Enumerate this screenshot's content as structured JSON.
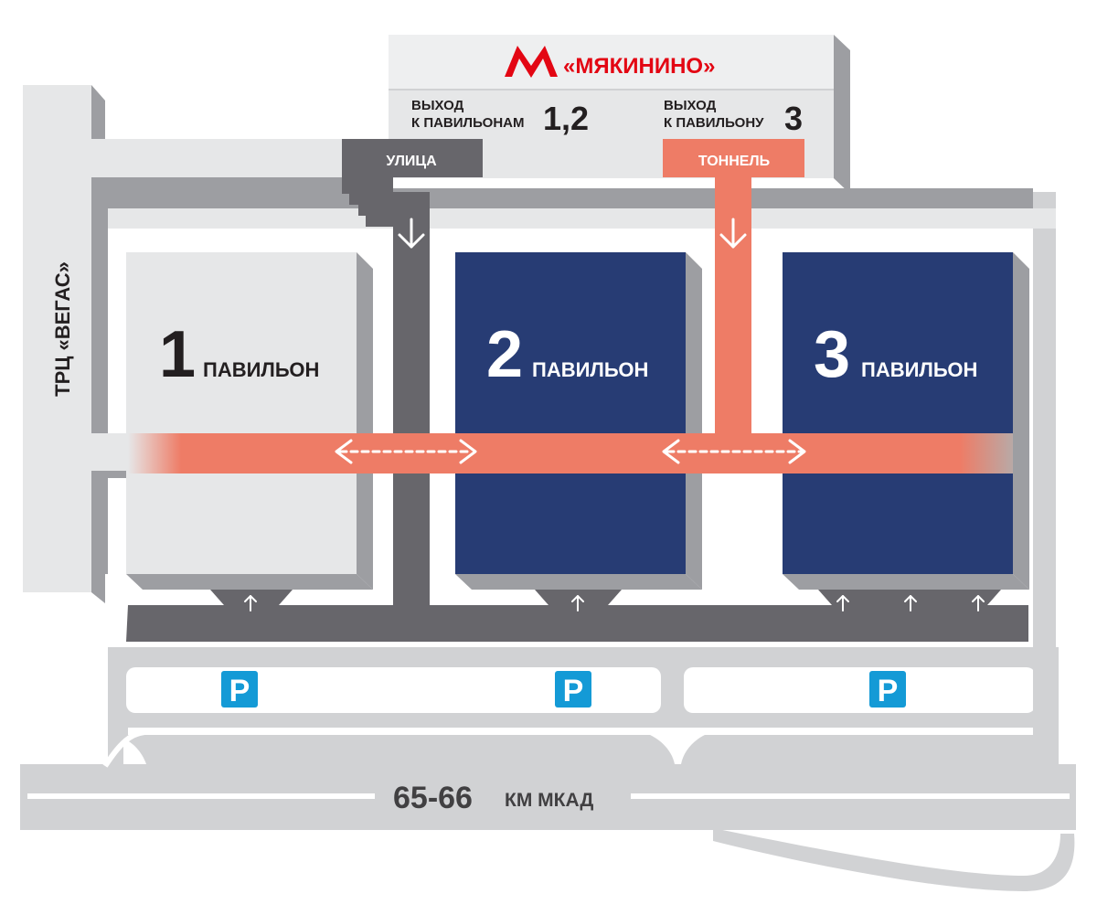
{
  "metro": {
    "station_name": "«МЯКИНИНО»",
    "logo_letter": "М",
    "exit_left_line1": "ВЫХОД",
    "exit_left_line2": "К ПАВИЛЬОНАМ",
    "exit_left_number": "1,2",
    "exit_right_line1": "ВЫХОД",
    "exit_right_line2": "К ПАВИЛЬОНУ",
    "exit_right_number": "3"
  },
  "paths": {
    "street_label": "УЛИЦА",
    "tunnel_label": "ТОННЕЛЬ"
  },
  "mall_label": "ТРЦ «ВЕГАС»",
  "pavilions": [
    {
      "number": "1",
      "label": "ПАВИЛЬОН"
    },
    {
      "number": "2",
      "label": "ПАВИЛЬОН"
    },
    {
      "number": "3",
      "label": "ПАВИЛЬОН"
    }
  ],
  "parking": [
    {
      "symbol": "P"
    },
    {
      "symbol": "P"
    },
    {
      "symbol": "P"
    }
  ],
  "road": {
    "km": "65-66",
    "name": "КМ МКАД"
  },
  "colors": {
    "metro_red": "#e30613",
    "tunnel_salmon": "#ee7c66",
    "pavilion_navy": "#273c74",
    "pavilion_light": "#e6e7e8",
    "street_dark": "#67666b",
    "road_gray": "#d1d2d4",
    "wall_gray": "#9d9ea2",
    "parking_blue": "#149ad6"
  },
  "icons": {
    "metro": "metro-logo-icon",
    "parking": "parking-icon",
    "down_arrow": "arrow-down-icon",
    "up_arrow": "arrow-up-icon",
    "bidirectional": "double-arrow-icon"
  }
}
